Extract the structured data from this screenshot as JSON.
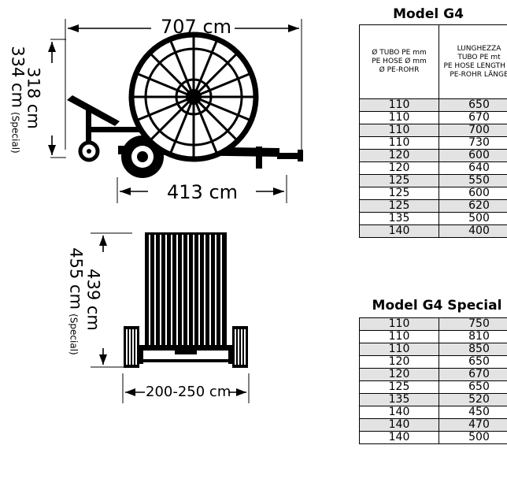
{
  "diagram": {
    "side_view": {
      "length_label": "707 cm",
      "wheelbase_label": "413 cm",
      "height_label": "318 cm",
      "height_special_value": "334 cm",
      "height_special_note": "(Special)"
    },
    "rear_view": {
      "height_label": "439 cm",
      "height_special_value": "455 cm",
      "height_special_note": "(Special)",
      "width_label": "200-250 cm"
    }
  },
  "tables": {
    "g4": {
      "title": "Model G4",
      "header": {
        "col1": [
          "Ø TUBO PE mm",
          "PE HOSE Ø mm",
          "Ø PE-ROHR"
        ],
        "col2": [
          "LUNGHEZZA",
          "TUBO PE mt",
          "PE HOSE LENGTH m",
          "PE-ROHR LÄNGE"
        ]
      },
      "rows": [
        [
          "110",
          "650"
        ],
        [
          "110",
          "670"
        ],
        [
          "110",
          "700"
        ],
        [
          "110",
          "730"
        ],
        [
          "120",
          "600"
        ],
        [
          "120",
          "640"
        ],
        [
          "125",
          "550"
        ],
        [
          "125",
          "600"
        ],
        [
          "125",
          "620"
        ],
        [
          "135",
          "500"
        ],
        [
          "140",
          "400"
        ]
      ]
    },
    "g4_special": {
      "title": "Model G4 Special",
      "rows": [
        [
          "110",
          "750"
        ],
        [
          "110",
          "810"
        ],
        [
          "110",
          "850"
        ],
        [
          "120",
          "650"
        ],
        [
          "120",
          "670"
        ],
        [
          "125",
          "650"
        ],
        [
          "135",
          "520"
        ],
        [
          "140",
          "450"
        ],
        [
          "140",
          "470"
        ],
        [
          "140",
          "500"
        ]
      ]
    }
  },
  "colors": {
    "line": "#000000",
    "row_shade": "#e3e3e3",
    "background": "#ffffff"
  }
}
